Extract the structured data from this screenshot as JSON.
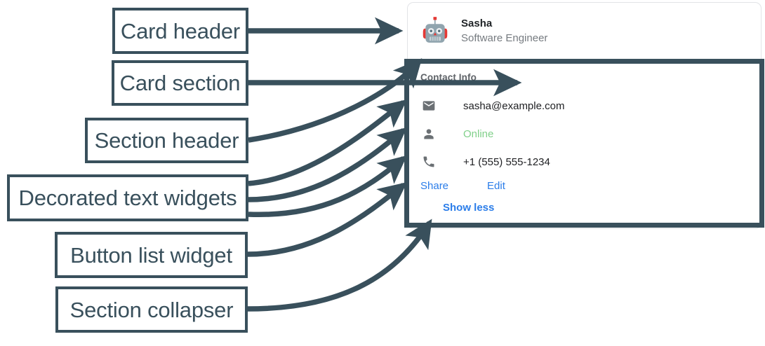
{
  "annotations": [
    {
      "key": "card-header",
      "label": "Card header"
    },
    {
      "key": "card-section",
      "label": "Card section"
    },
    {
      "key": "section-header",
      "label": "Section header"
    },
    {
      "key": "decorated-text-widgets",
      "label": "Decorated text widgets"
    },
    {
      "key": "button-list-widget",
      "label": "Button list widget"
    },
    {
      "key": "section-collapser",
      "label": "Section collapser"
    }
  ],
  "card": {
    "header": {
      "avatar_icon": "robot-avatar-icon",
      "title": "Sasha",
      "subtitle": "Software Engineer"
    },
    "section": {
      "header": "Contact Info",
      "rows": [
        {
          "icon": "email-icon",
          "text": "sasha@example.com",
          "color": "#202124"
        },
        {
          "icon": "person-icon",
          "text": "Online",
          "color": "#81d08a"
        },
        {
          "icon": "phone-icon",
          "text": "+1 (555) 555-1234",
          "color": "#202124"
        }
      ],
      "buttons": [
        {
          "label": "Share"
        },
        {
          "label": "Edit"
        }
      ],
      "collapser": {
        "label": "Show less"
      }
    }
  },
  "colors": {
    "annotation": "#39505c",
    "link": "#2b7de9",
    "status_online": "#81d08a",
    "muted_text": "#767b80",
    "section_header": "#5f6368",
    "card_border": "#e2e4e7",
    "icon": "#6b7074",
    "background": "#ffffff"
  }
}
